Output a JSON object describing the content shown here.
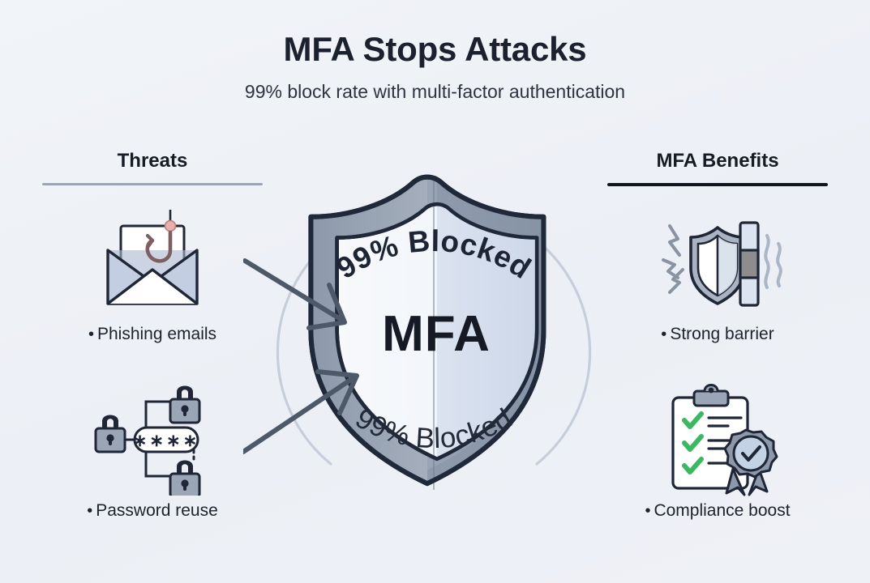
{
  "header": {
    "title": "MFA Stops Attacks",
    "subtitle": "99% block rate with multi-factor authentication"
  },
  "center": {
    "shield_label": "MFA",
    "arc_top_text": "99% Blocked",
    "arc_bottom_text": "99% Blocked"
  },
  "columns": {
    "left": {
      "heading": "Threats",
      "rule_color": "#9aa4b4",
      "items": [
        {
          "bullet": "•",
          "label": "Phishing emails",
          "icon": "phishing-email-icon"
        },
        {
          "bullet": "•",
          "label": "Password reuse",
          "icon": "password-reuse-icon"
        }
      ]
    },
    "right": {
      "heading": "MFA Benefits",
      "rule_color": "#11151d",
      "items": [
        {
          "bullet": "•",
          "label": "Strong barrier",
          "icon": "shield-barrier-icon"
        },
        {
          "bullet": "•",
          "label": "Compliance boost",
          "icon": "compliance-clipboard-icon"
        }
      ]
    }
  },
  "password_field": {
    "masked_value": "∗∗∗∗"
  },
  "colors": {
    "background": "#eff2f7",
    "title": "#1b212e",
    "shield_outline": "#20293a",
    "shield_rim": "#8d99aa",
    "shield_face": "#dde4ee",
    "arrow": "#4d5968",
    "arc_ring": "#c7cedb",
    "check_green": "#3cb863",
    "hook_red": "#d08a8a"
  }
}
